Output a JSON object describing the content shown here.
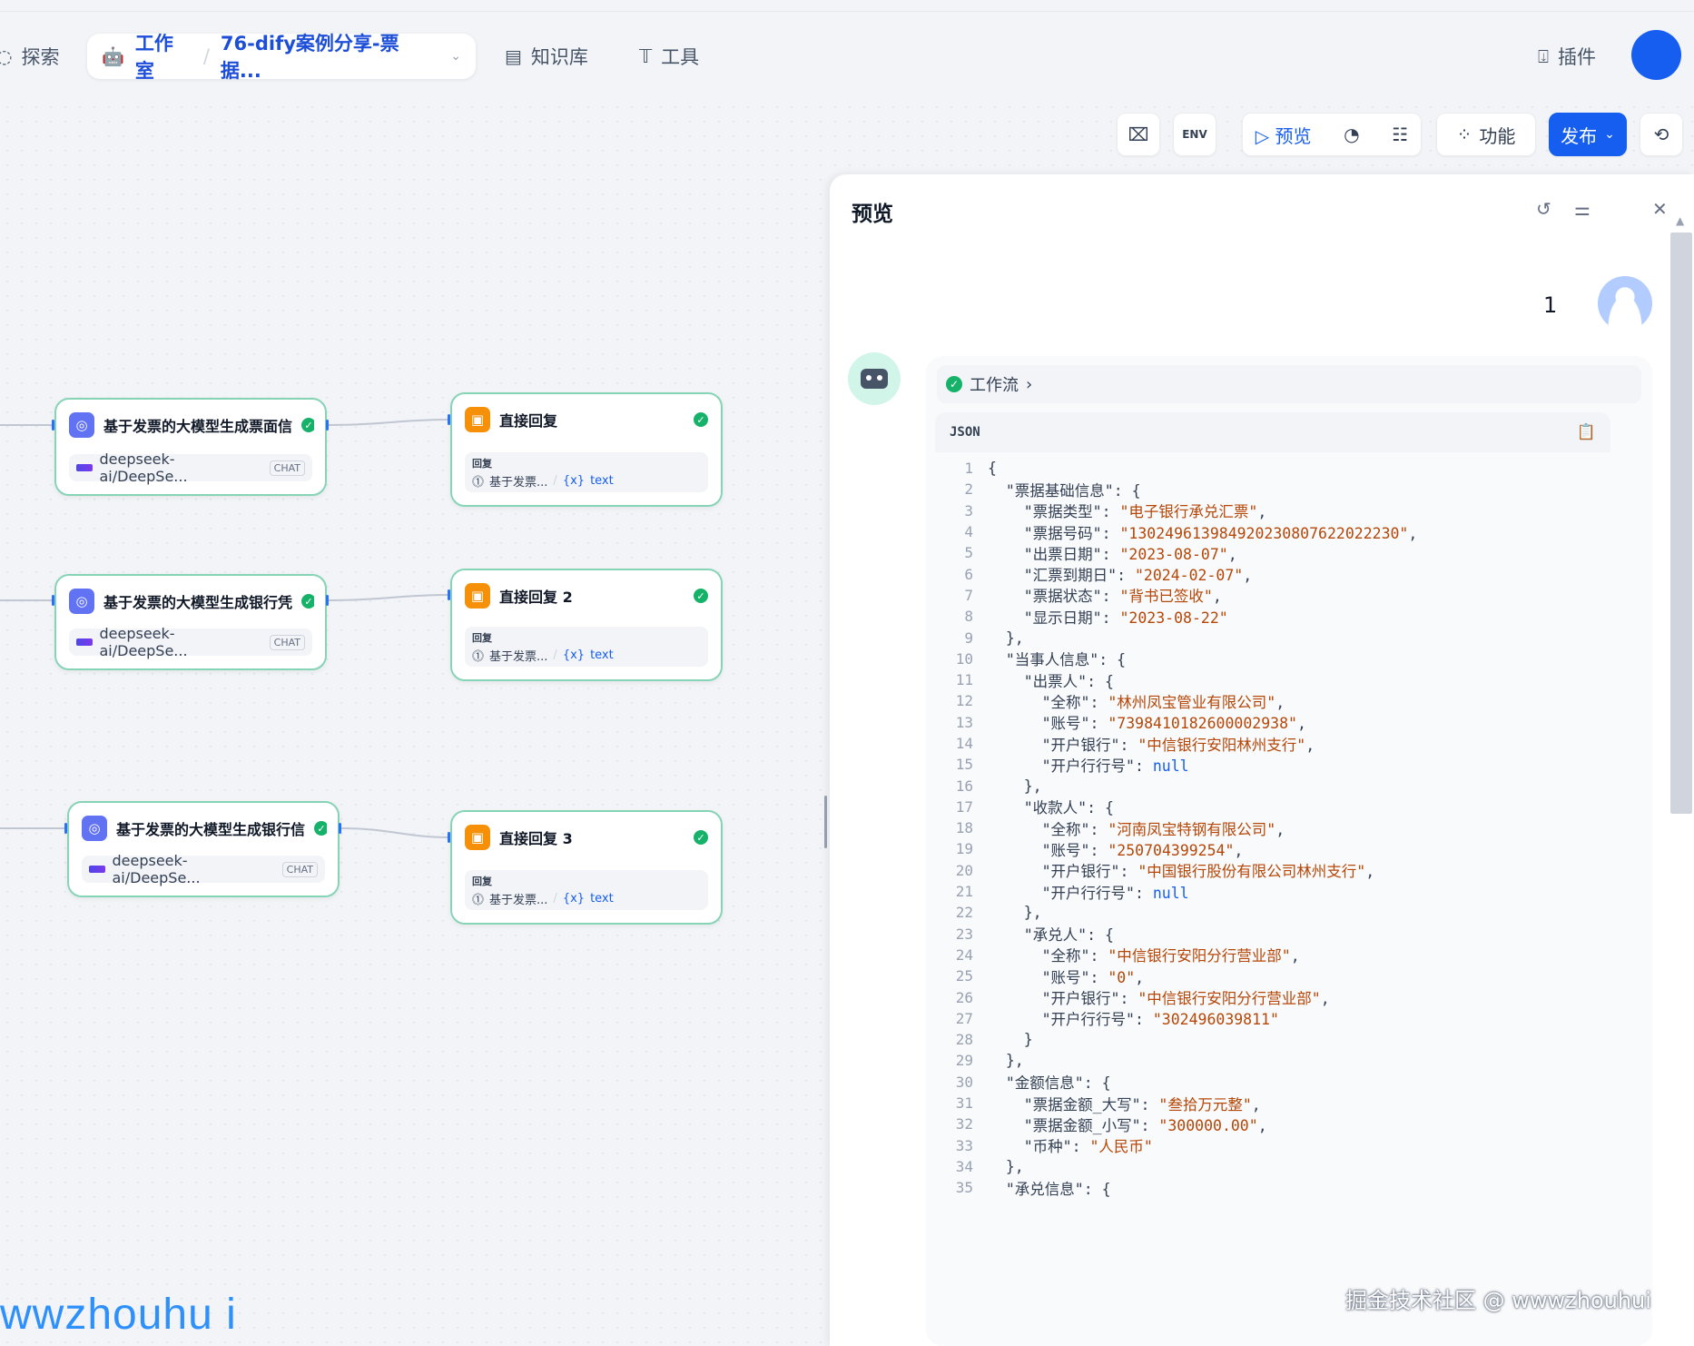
{
  "nav": {
    "explore": "探索",
    "studio": "工作室",
    "app_name": "76-dify案例分享-票据...",
    "knowledge": "知识库",
    "tools": "工具",
    "plugins": "插件"
  },
  "toolbar": {
    "env": "ENV",
    "preview": "预览",
    "features": "功能",
    "publish": "发布"
  },
  "nodes": {
    "llm": [
      {
        "title": "基于发票的大模型生成票面信",
        "model": "deepseek-ai/DeepSe...",
        "tag": "CHAT"
      },
      {
        "title": "基于发票的大模型生成银行凭",
        "model": "deepseek-ai/DeepSe...",
        "tag": "CHAT"
      },
      {
        "title": "基于发票的大模型生成银行信",
        "model": "deepseek-ai/DeepSe...",
        "tag": "CHAT"
      }
    ],
    "answer": [
      {
        "title": "直接回复",
        "label": "回复",
        "source": "基于发票...",
        "var": "text"
      },
      {
        "title": "直接回复 2",
        "label": "回复",
        "source": "基于发票...",
        "var": "text"
      },
      {
        "title": "直接回复 3",
        "label": "回复",
        "source": "基于发票...",
        "var": "text"
      }
    ]
  },
  "panel": {
    "title": "预览",
    "user_message": "1",
    "workflow_label": "工作流",
    "code_lang": "JSON",
    "code_lines": [
      "{",
      "  \"票据基础信息\": {",
      "    \"票据类型\": \"电子银行承兑汇票\",",
      "    \"票据号码\": \"130249613984920230807622022230\",",
      "    \"出票日期\": \"2023-08-07\",",
      "    \"汇票到期日\": \"2024-02-07\",",
      "    \"票据状态\": \"背书已签收\",",
      "    \"显示日期\": \"2023-08-22\"",
      "  },",
      "  \"当事人信息\": {",
      "    \"出票人\": {",
      "      \"全称\": \"林州凤宝管业有限公司\",",
      "      \"账号\": \"7398410182600002938\",",
      "      \"开户银行\": \"中信银行安阳林州支行\",",
      "      \"开户行行号\": null",
      "    },",
      "    \"收款人\": {",
      "      \"全称\": \"河南凤宝特钢有限公司\",",
      "      \"账号\": \"250704399254\",",
      "      \"开户银行\": \"中国银行股份有限公司林州支行\",",
      "      \"开户行行号\": null",
      "    },",
      "    \"承兑人\": {",
      "      \"全称\": \"中信银行安阳分行营业部\",",
      "      \"账号\": \"0\",",
      "      \"开户银行\": \"中信银行安阳分行营业部\",",
      "      \"开户行行号\": \"302496039811\"",
      "    }",
      "  },",
      "  \"金额信息\": {",
      "    \"票据金额_大写\": \"叁拾万元整\",",
      "    \"票据金额_小写\": \"300000.00\",",
      "    \"币种\": \"人民币\"",
      "  },",
      "  \"承兑信息\": {"
    ]
  },
  "watermarks": {
    "left": "wwzhouhu i",
    "right": "掘金技术社区 @ wwwzhouhui"
  },
  "colors": {
    "accent": "#155eef",
    "success": "#17b26a",
    "llm_icon": "#6172f3",
    "answer_icon": "#f79009",
    "string_value": "#b54708",
    "null_value": "#155eef"
  }
}
